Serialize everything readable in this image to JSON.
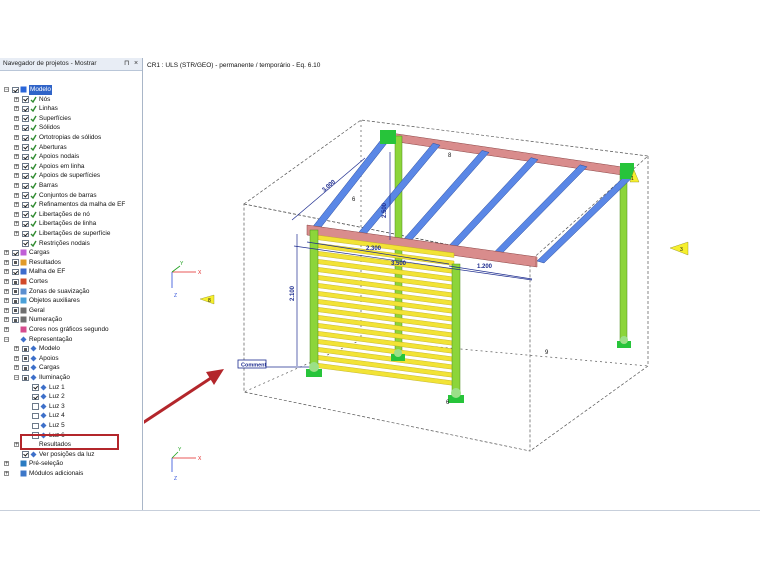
{
  "panel": {
    "title": "Navegador de projetos - Mostrar",
    "pin_label": "p",
    "close_label": "×"
  },
  "tree": [
    {
      "level": 0,
      "label": "Modelo",
      "exp": "-",
      "chk": "on",
      "icon": "model",
      "selected": true
    },
    {
      "level": 1,
      "label": "Nós",
      "exp": "+",
      "chk": "on",
      "icon": "check"
    },
    {
      "level": 1,
      "label": "Linhas",
      "exp": "+",
      "chk": "on",
      "icon": "check"
    },
    {
      "level": 1,
      "label": "Superfícies",
      "exp": "+",
      "chk": "on",
      "icon": "check"
    },
    {
      "level": 1,
      "label": "Sólidos",
      "exp": "+",
      "chk": "on",
      "icon": "check"
    },
    {
      "level": 1,
      "label": "Ortotropias de sólidos",
      "exp": "+",
      "chk": "on",
      "icon": "check"
    },
    {
      "level": 1,
      "label": "Aberturas",
      "exp": "+",
      "chk": "on",
      "icon": "check"
    },
    {
      "level": 1,
      "label": "Apoios nodais",
      "exp": "+",
      "chk": "on",
      "icon": "check"
    },
    {
      "level": 1,
      "label": "Apoios em linha",
      "exp": "+",
      "chk": "on",
      "icon": "check"
    },
    {
      "level": 1,
      "label": "Apoios de superfícies",
      "exp": "+",
      "chk": "on",
      "icon": "check"
    },
    {
      "level": 1,
      "label": "Barras",
      "exp": "+",
      "chk": "on",
      "icon": "check"
    },
    {
      "level": 1,
      "label": "Conjuntos de barras",
      "exp": "+",
      "chk": "on",
      "icon": "check"
    },
    {
      "level": 1,
      "label": "Refinamentos da malha de EF",
      "exp": "+",
      "chk": "on",
      "icon": "check"
    },
    {
      "level": 1,
      "label": "Libertações de nó",
      "exp": "+",
      "chk": "on",
      "icon": "check"
    },
    {
      "level": 1,
      "label": "Libertações de linha",
      "exp": "+",
      "chk": "on",
      "icon": "check"
    },
    {
      "level": 1,
      "label": "Libertações de superfície",
      "exp": "+",
      "chk": "on",
      "icon": "check"
    },
    {
      "level": 1,
      "label": "Restrições nodais",
      "exp": "",
      "chk": "on",
      "icon": "check"
    },
    {
      "level": 0,
      "label": "Cargas",
      "exp": "+",
      "chk": "on",
      "icon": "load"
    },
    {
      "level": 0,
      "label": "Resultados",
      "exp": "+",
      "chk": "part",
      "icon": "results"
    },
    {
      "level": 0,
      "label": "Malha de EF",
      "exp": "+",
      "chk": "on",
      "icon": "mesh"
    },
    {
      "level": 0,
      "label": "Cortes",
      "exp": "+",
      "chk": "part",
      "icon": "cuts"
    },
    {
      "level": 0,
      "label": "Zonas de suavização",
      "exp": "+",
      "chk": "part",
      "icon": "zones"
    },
    {
      "level": 0,
      "label": "Objetos auxiliares",
      "exp": "+",
      "chk": "part",
      "icon": "aux"
    },
    {
      "level": 0,
      "label": "Geral",
      "exp": "+",
      "chk": "part",
      "icon": "general"
    },
    {
      "level": 0,
      "label": "Numeração",
      "exp": "+",
      "chk": "part",
      "icon": "numbering"
    },
    {
      "level": 0,
      "label": "Cores nos gráficos segundo",
      "exp": "+",
      "chk": "",
      "icon": "colors"
    },
    {
      "level": 0,
      "label": "Representação",
      "exp": "-",
      "chk": "",
      "icon": "display"
    },
    {
      "level": 1,
      "label": "Modelo",
      "exp": "+",
      "chk": "part",
      "icon": "display"
    },
    {
      "level": 1,
      "label": "Apoios",
      "exp": "+",
      "chk": "part",
      "icon": "display"
    },
    {
      "level": 1,
      "label": "Cargas",
      "exp": "+",
      "chk": "part",
      "icon": "display"
    },
    {
      "level": 1,
      "label": "Iluminação",
      "exp": "-",
      "chk": "part",
      "icon": "display"
    },
    {
      "level": 2,
      "label": "Luz 1",
      "exp": "",
      "chk": "on",
      "icon": "display"
    },
    {
      "level": 2,
      "label": "Luz 2",
      "exp": "",
      "chk": "on",
      "icon": "display"
    },
    {
      "level": 2,
      "label": "Luz 3",
      "exp": "",
      "chk": "off",
      "icon": "display"
    },
    {
      "level": 2,
      "label": "Luz 4",
      "exp": "",
      "chk": "off",
      "icon": "display"
    },
    {
      "level": 2,
      "label": "Luz 5",
      "exp": "",
      "chk": "off",
      "icon": "display"
    },
    {
      "level": 2,
      "label": "Luz 6",
      "exp": "",
      "chk": "off",
      "icon": "display"
    },
    {
      "level": 1,
      "label": "Resultados",
      "exp": "+",
      "chk": "",
      "icon": "none"
    },
    {
      "level": 1,
      "label": "Ver posições da luz",
      "exp": "",
      "chk": "on",
      "icon": "display"
    },
    {
      "level": 0,
      "label": "Pré-seleção",
      "exp": "+",
      "chk": "",
      "icon": "preselect"
    },
    {
      "level": 0,
      "label": "Módulos adicionais",
      "exp": "+",
      "chk": "",
      "icon": "modules"
    }
  ],
  "viewport": {
    "title": "CR1 : ULS (STR/GEO) - permanente / temporário - Eq. 6.10",
    "comment_label": "Comment",
    "dimensions": [
      "3.000",
      "2.500",
      "2.300",
      "3.500",
      "1.200",
      "2.100"
    ],
    "node_labels": [
      "6",
      "8",
      "9",
      "6"
    ],
    "axis_labels": {
      "x": "X",
      "y": "Y",
      "z": "Z"
    },
    "light_labels": [
      "8",
      "3",
      "1"
    ]
  },
  "colors": {
    "selection": "#3064c8",
    "callout": "#b3262b",
    "beam_blue": "#5a87e6",
    "beam_red": "#d98c8c",
    "column_green": "#8cd53a",
    "slat_yellow": "#f2e336",
    "support_green": "#27c43a",
    "light_yellow": "#f6ef2d"
  }
}
